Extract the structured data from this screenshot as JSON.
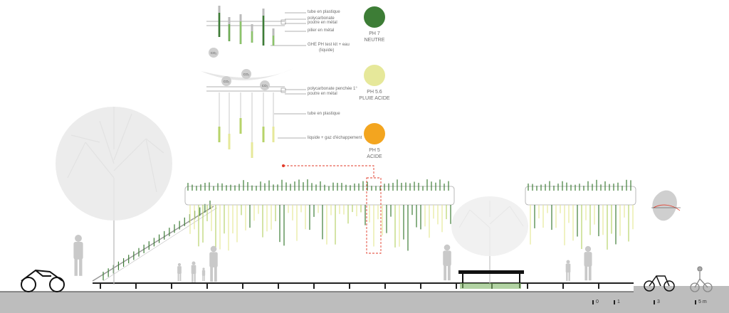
{
  "colors": {
    "neutral": "#3d7d36",
    "acid_rain": "#e6e89a",
    "acid": "#f3a51f",
    "ground": "#bdbdbd",
    "silhouette": "#c9c9c9",
    "marker": "#e23b2a"
  },
  "legend": {
    "ph7": {
      "value": "PH 7",
      "label": "NEUTRE"
    },
    "ph56": {
      "value": "PH 5.6",
      "label": "PLUIE ACIDE"
    },
    "ph5": {
      "value": "PH 5",
      "label": "ACIDE"
    }
  },
  "detail_labels": {
    "tube_top": "tube en plastique",
    "polycarb": "polycarbonate",
    "poutre_top": "poutre en métal",
    "pilier": "pilier en métal",
    "ghe": "GHE PH test kit + eau",
    "liquide_paren": "(liquide)",
    "polycarb_inclined": "polycarbonate penchée 1°",
    "poutre_bottom": "poutre en métal",
    "tube_bottom": "tube en plastique",
    "liquide_gaz": "liquide + gaz d'échappement"
  },
  "co2_label": "CO₂",
  "scale": {
    "s0": "0",
    "s1": "1",
    "s3": "3",
    "s5": "5 m"
  }
}
